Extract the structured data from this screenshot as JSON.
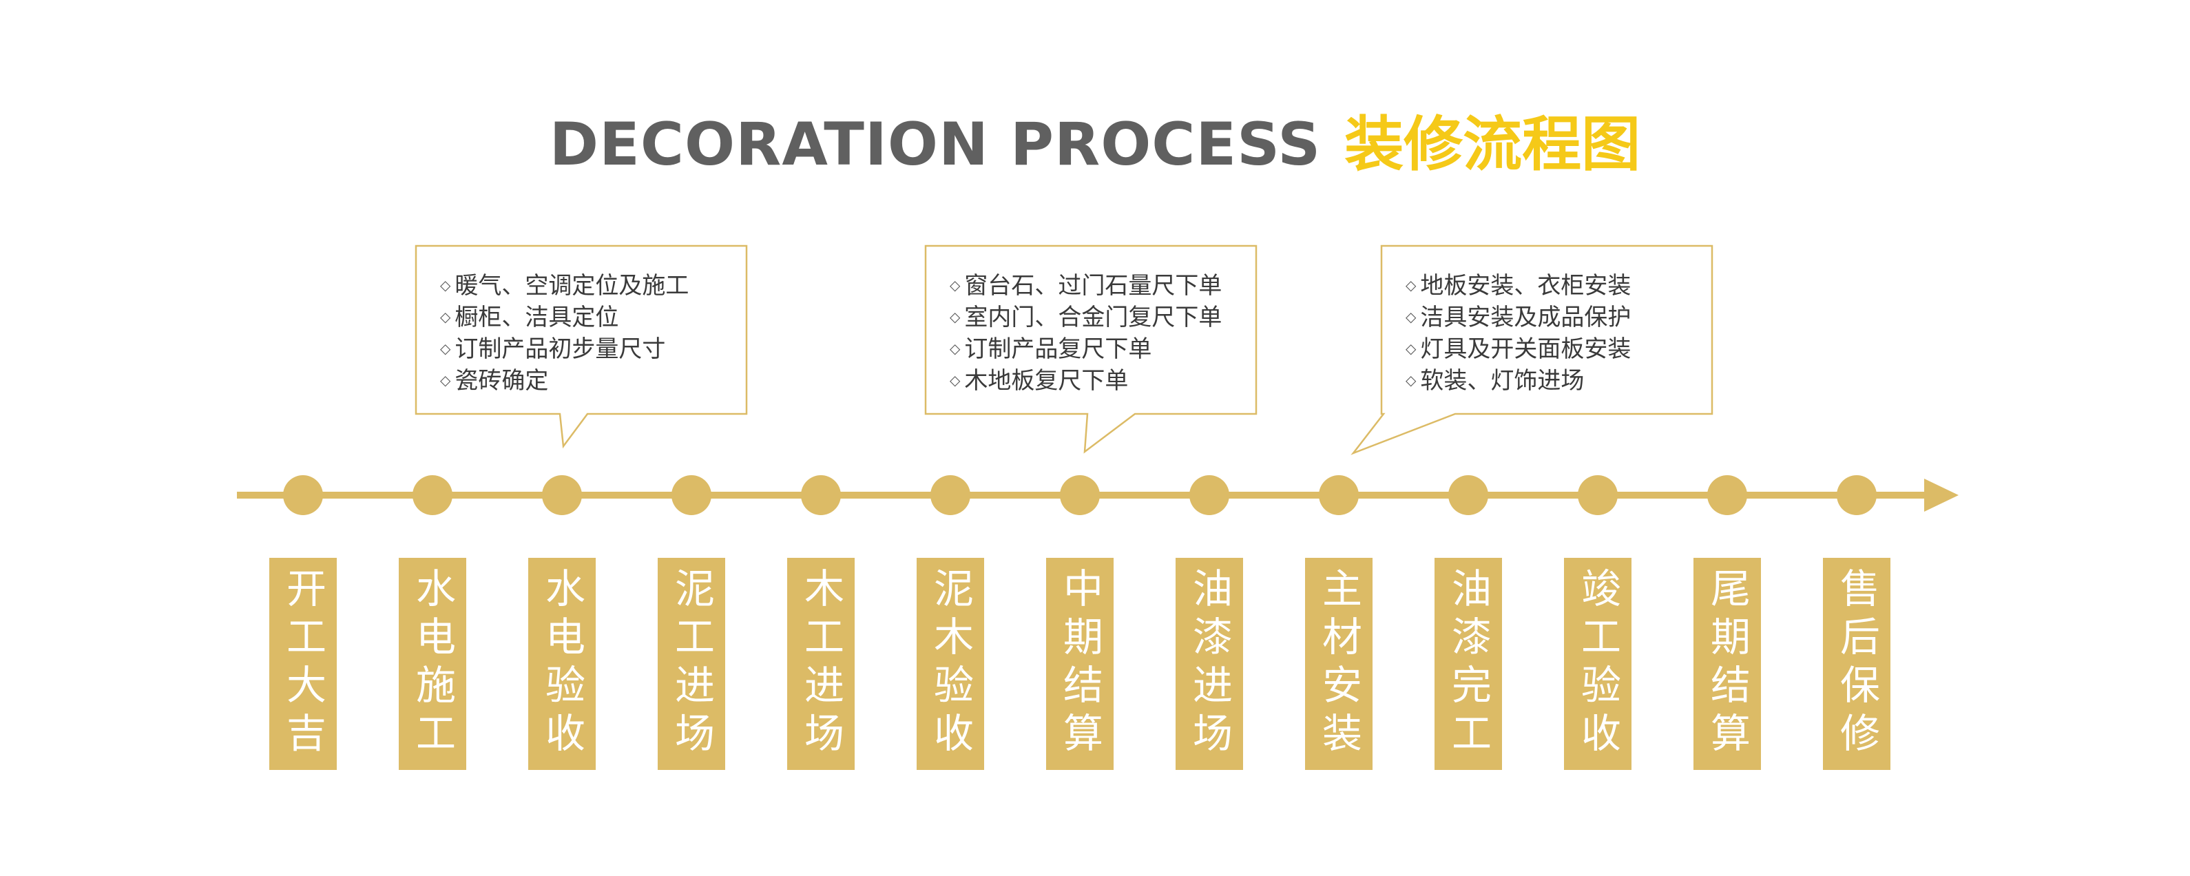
{
  "header": {
    "title_en": "DECORATION PROCESS",
    "title_cn": "装修流程图"
  },
  "colors": {
    "accent_gold": "#dcbb66",
    "title_gray": "#606060",
    "title_yellow": "#f5c918"
  },
  "callouts": [
    {
      "items": [
        "暖气、空调定位及施工",
        "橱柜、洁具定位",
        "订制产品初步量尺寸",
        "瓷砖确定"
      ]
    },
    {
      "items": [
        "窗台石、过门石量尺下单",
        "室内门、合金门复尺下单",
        "订制产品复尺下单",
        "木地板复尺下单"
      ]
    },
    {
      "items": [
        "地板安装、衣柜安装",
        "洁具安装及成品保护",
        "灯具及开关面板安装",
        "软装、灯饰进场"
      ]
    }
  ],
  "stages": [
    "开工大吉",
    "水电施工",
    "水电验收",
    "泥工进场",
    "木工进场",
    "泥木验收",
    "中期结算",
    "油漆进场",
    "主材安装",
    "油漆完工",
    "竣工验收",
    "尾期结算",
    "售后保修"
  ]
}
